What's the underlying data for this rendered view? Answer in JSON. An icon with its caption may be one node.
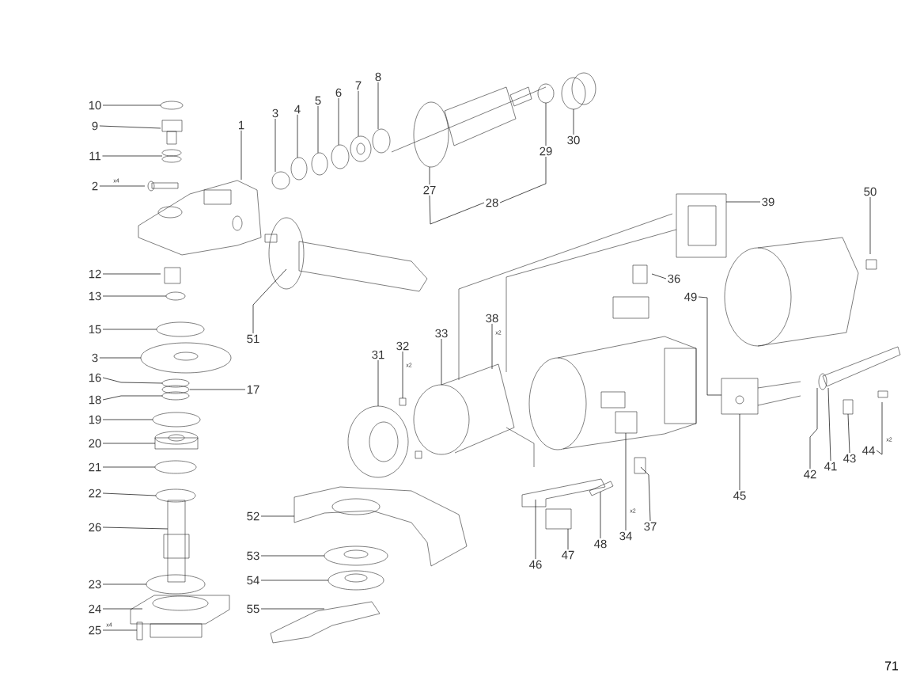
{
  "diagram": {
    "nodes": [
      {
        "text": [
          "10"
        ]
      },
      {
        "text": [
          "9"
        ]
      },
      {
        "text": [
          "11"
        ]
      },
      {
        "text": [
          "2"
        ]
      },
      {
        "text": [
          "1"
        ]
      },
      {
        "text": [
          "3"
        ]
      },
      {
        "text": [
          "4"
        ]
      },
      {
        "text": [
          "5"
        ]
      },
      {
        "text": [
          "6"
        ]
      },
      {
        "text": [
          "7"
        ]
      },
      {
        "text": [
          "8"
        ]
      },
      {
        "text": [
          "27"
        ]
      },
      {
        "text": [
          "28"
        ]
      },
      {
        "text": [
          "29"
        ]
      },
      {
        "text": [
          "30"
        ]
      },
      {
        "text": [
          "12"
        ]
      },
      {
        "text": [
          "13"
        ]
      },
      {
        "text": [
          "15"
        ]
      },
      {
        "text": [
          "3"
        ]
      },
      {
        "text": [
          "16"
        ]
      },
      {
        "text": [
          "18"
        ]
      },
      {
        "text": [
          "17"
        ]
      },
      {
        "text": [
          "19"
        ]
      },
      {
        "text": [
          "20"
        ]
      },
      {
        "text": [
          "21"
        ]
      },
      {
        "text": [
          "22"
        ]
      },
      {
        "text": [
          "26"
        ]
      },
      {
        "text": [
          "23"
        ]
      },
      {
        "text": [
          "24"
        ]
      },
      {
        "text": [
          "25"
        ]
      },
      {
        "text": [
          "51"
        ]
      },
      {
        "text": [
          "39"
        ]
      },
      {
        "text": [
          "50"
        ]
      },
      {
        "text": [
          "36"
        ]
      },
      {
        "text": [
          "49"
        ]
      },
      {
        "text": [
          "38"
        ]
      },
      {
        "text": [
          "33"
        ]
      },
      {
        "text": [
          "32"
        ]
      },
      {
        "text": [
          "31"
        ]
      },
      {
        "text": [
          "45"
        ]
      },
      {
        "text": [
          "42"
        ]
      },
      {
        "text": [
          "41"
        ]
      },
      {
        "text": [
          "43"
        ]
      },
      {
        "text": [
          "44"
        ]
      },
      {
        "text": [
          "37"
        ]
      },
      {
        "text": [
          "34"
        ]
      },
      {
        "text": [
          "48"
        ]
      },
      {
        "text": [
          "47"
        ]
      },
      {
        "text": [
          "46"
        ]
      },
      {
        "text": [
          "52"
        ]
      },
      {
        "text": [
          "53"
        ]
      },
      {
        "text": [
          "54"
        ]
      },
      {
        "text": [
          "55"
        ]
      }
    ],
    "edges": [
      {
        "from": 0,
        "to": null,
        "arrow": "none"
      },
      {
        "from": 1,
        "to": null,
        "arrow": "none"
      },
      {
        "from": 2,
        "to": null,
        "arrow": "none"
      },
      {
        "from": 3,
        "to": null,
        "arrow": "none"
      },
      {
        "from": 4,
        "to": null,
        "arrow": "none"
      },
      {
        "from": 5,
        "to": null,
        "arrow": "none"
      },
      {
        "from": 6,
        "to": null,
        "arrow": "none"
      },
      {
        "from": 7,
        "to": null,
        "arrow": "none"
      },
      {
        "from": 8,
        "to": null,
        "arrow": "none"
      },
      {
        "from": 9,
        "to": null,
        "arrow": "none"
      },
      {
        "from": 10,
        "to": null,
        "arrow": "none"
      },
      {
        "from": 11,
        "to": null,
        "arrow": "none"
      },
      {
        "from": 12,
        "to": 11,
        "arrow": "none"
      },
      {
        "from": 12,
        "to": 13,
        "arrow": "none"
      },
      {
        "from": 13,
        "to": null,
        "arrow": "none"
      },
      {
        "from": 14,
        "to": null,
        "arrow": "none"
      },
      {
        "from": 15,
        "to": null,
        "arrow": "none"
      },
      {
        "from": 16,
        "to": null,
        "arrow": "none"
      },
      {
        "from": 17,
        "to": null,
        "arrow": "none"
      },
      {
        "from": 18,
        "to": null,
        "arrow": "none"
      },
      {
        "from": 19,
        "to": null,
        "arrow": "none"
      },
      {
        "from": 20,
        "to": null,
        "arrow": "none"
      },
      {
        "from": 21,
        "to": null,
        "arrow": "none"
      },
      {
        "from": 22,
        "to": null,
        "arrow": "none"
      },
      {
        "from": 23,
        "to": null,
        "arrow": "none"
      },
      {
        "from": 24,
        "to": null,
        "arrow": "none"
      },
      {
        "from": 25,
        "to": null,
        "arrow": "none"
      },
      {
        "from": 26,
        "to": null,
        "arrow": "none"
      },
      {
        "from": 27,
        "to": null,
        "arrow": "none"
      },
      {
        "from": 28,
        "to": null,
        "arrow": "none"
      },
      {
        "from": 29,
        "to": null,
        "arrow": "none"
      },
      {
        "from": 30,
        "to": null,
        "arrow": "none"
      },
      {
        "from": 31,
        "to": null,
        "arrow": "none"
      },
      {
        "from": 32,
        "to": null,
        "arrow": "none"
      },
      {
        "from": 33,
        "to": null,
        "arrow": "none"
      },
      {
        "from": 34,
        "to": null,
        "arrow": "none"
      },
      {
        "from": 35,
        "to": null,
        "arrow": "none"
      },
      {
        "from": 36,
        "to": null,
        "arrow": "none"
      },
      {
        "from": 37,
        "to": null,
        "arrow": "none"
      },
      {
        "from": 38,
        "to": null,
        "arrow": "none"
      },
      {
        "from": 39,
        "to": null,
        "arrow": "none"
      },
      {
        "from": 40,
        "to": null,
        "arrow": "none"
      },
      {
        "from": 41,
        "to": null,
        "arrow": "none"
      },
      {
        "from": 42,
        "to": null,
        "arrow": "none"
      },
      {
        "from": 43,
        "to": null,
        "arrow": "none"
      },
      {
        "from": 44,
        "to": null,
        "arrow": "none"
      },
      {
        "from": 45,
        "to": null,
        "arrow": "none"
      },
      {
        "from": 46,
        "to": null,
        "arrow": "none"
      },
      {
        "from": 47,
        "to": null,
        "arrow": "none"
      },
      {
        "from": 48,
        "to": null,
        "arrow": "none"
      },
      {
        "from": 49,
        "to": null,
        "arrow": "none"
      },
      {
        "from": 50,
        "to": null,
        "arrow": "none"
      },
      {
        "from": 51,
        "to": null,
        "arrow": "none"
      },
      {
        "from": 52,
        "to": null,
        "arrow": "none"
      }
    ],
    "labels": [
      "x4",
      "x2",
      "x2",
      "x2",
      "x2",
      "x4",
      "71"
    ]
  }
}
